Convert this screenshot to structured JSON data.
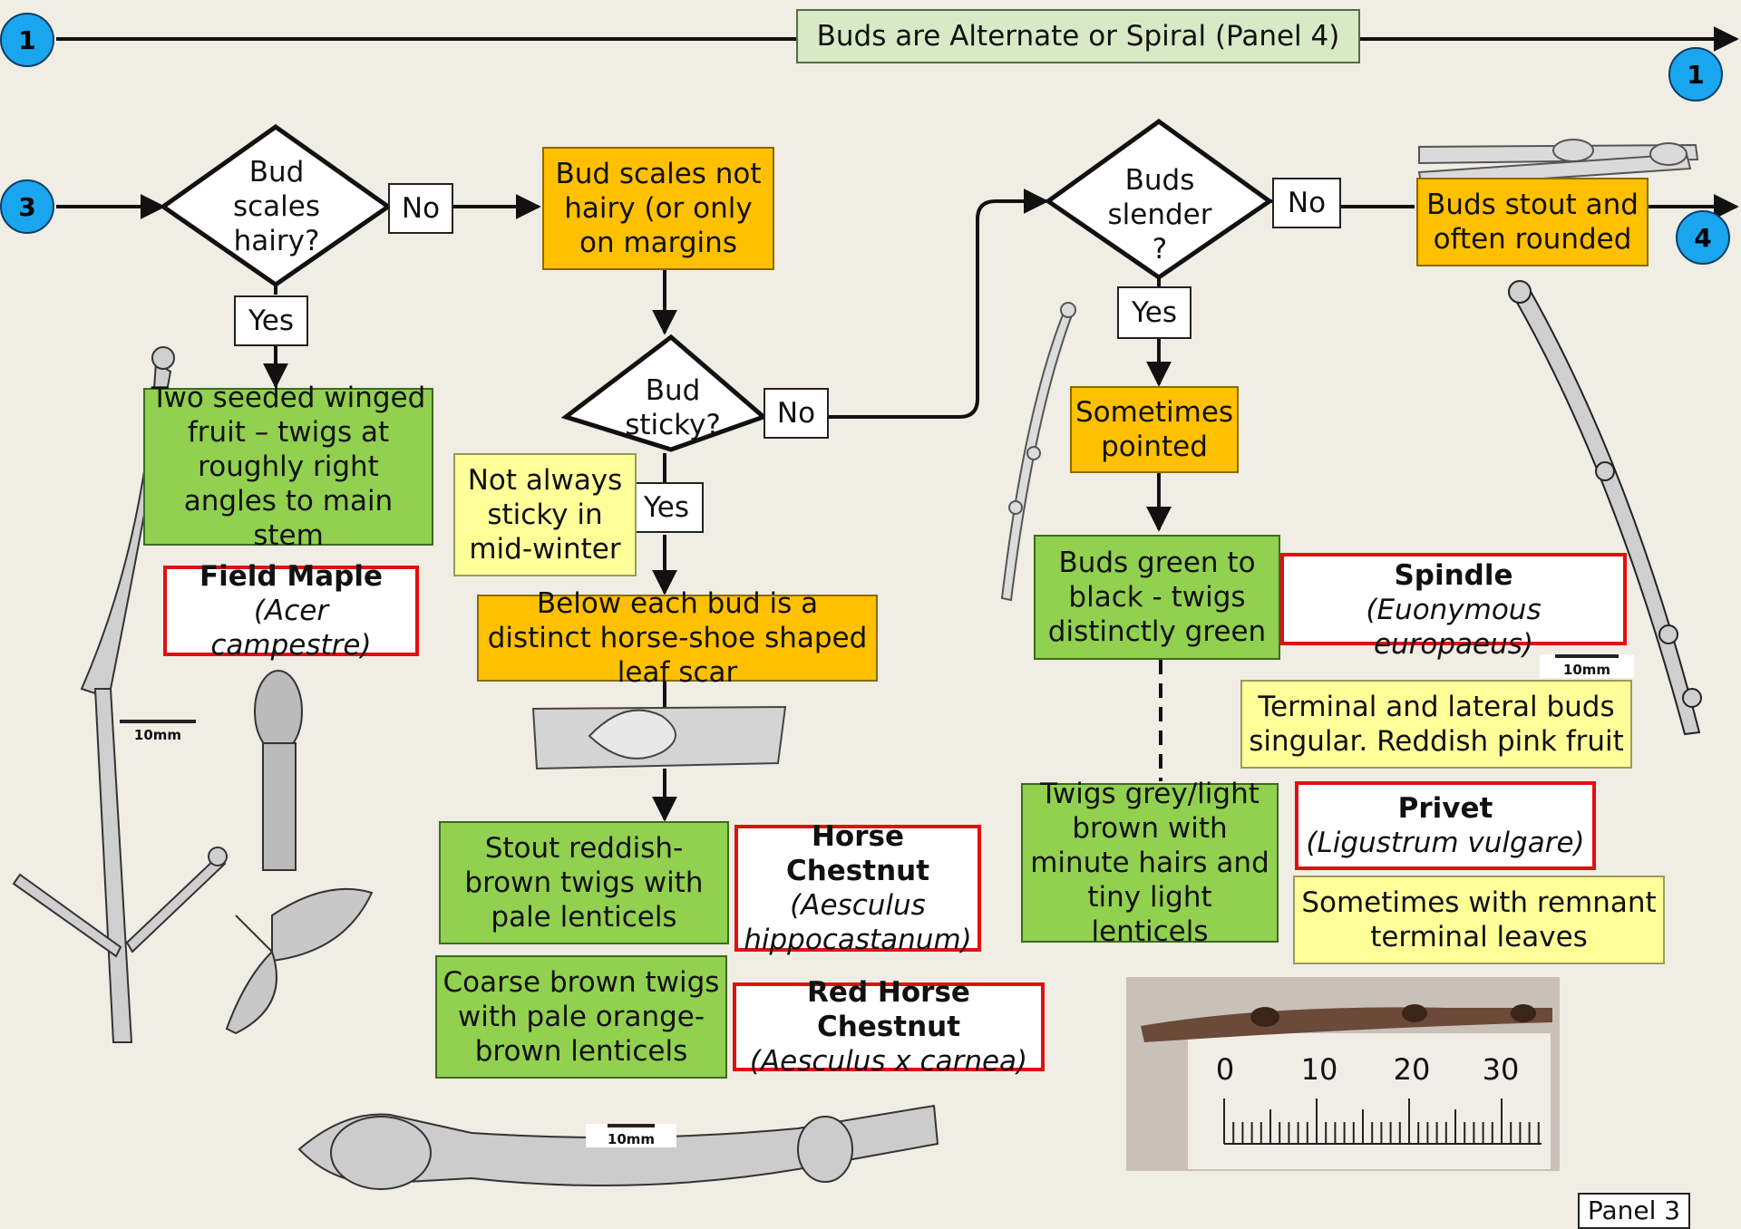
{
  "header": {
    "title": "Buds are Alternate or Spiral (Panel 4)"
  },
  "connectors": {
    "c1_left": "1",
    "c1_right": "1",
    "c3": "3",
    "c4": "4"
  },
  "decisions": {
    "hairy": "Bud scales hairy?",
    "sticky": "Bud sticky?",
    "slender": "Buds slender ?"
  },
  "answers": {
    "no1": "No",
    "yes1": "Yes",
    "no2": "No",
    "yes2": "Yes",
    "no3": "No",
    "yes3": "Yes"
  },
  "steps": {
    "not_hairy": "Bud scales not hairy (or only on margins",
    "winged": "Two seeded winged fruit – twigs at roughly right angles to main stem",
    "not_sticky_note": "Not always sticky in mid-winter",
    "horseshoe": "Below each bud is a distinct horse-shoe shaped leaf scar",
    "stout_reddish": "Stout  reddish-brown twigs with pale lenticels",
    "coarse_brown": "Coarse brown twigs with pale orange-brown lenticels",
    "pointed": "Sometimes pointed",
    "green_black": "Buds green to black - twigs distinctly green",
    "grey_twigs": "Twigs grey/light brown with minute hairs and tiny light lenticels",
    "stout_rounded": "Buds stout and often rounded",
    "terminal_lateral": "Terminal and lateral buds singular. Reddish pink fruit",
    "remnant": "Sometimes with remnant terminal leaves"
  },
  "species": {
    "field_maple": {
      "name": "Field Maple",
      "latin": "(Acer campestre)"
    },
    "horse_chestnut": {
      "name": "Horse Chestnut",
      "latin": "(Aesculus hippocastanum)"
    },
    "red_horse_chestnut": {
      "name": "Red Horse Chestnut",
      "latin": "(Aesculus x carnea)"
    },
    "spindle": {
      "name": "Spindle",
      "latin": "(Euonymous europaeus)"
    },
    "privet": {
      "name": "Privet",
      "latin": "(Ligustrum vulgare)"
    }
  },
  "scales": {
    "s1": "10mm",
    "s2": "10mm",
    "s3": "10mm"
  },
  "ruler": {
    "t0": "0",
    "t10": "10",
    "t20": "20",
    "t30": "30"
  },
  "panel_label": "Panel 3"
}
